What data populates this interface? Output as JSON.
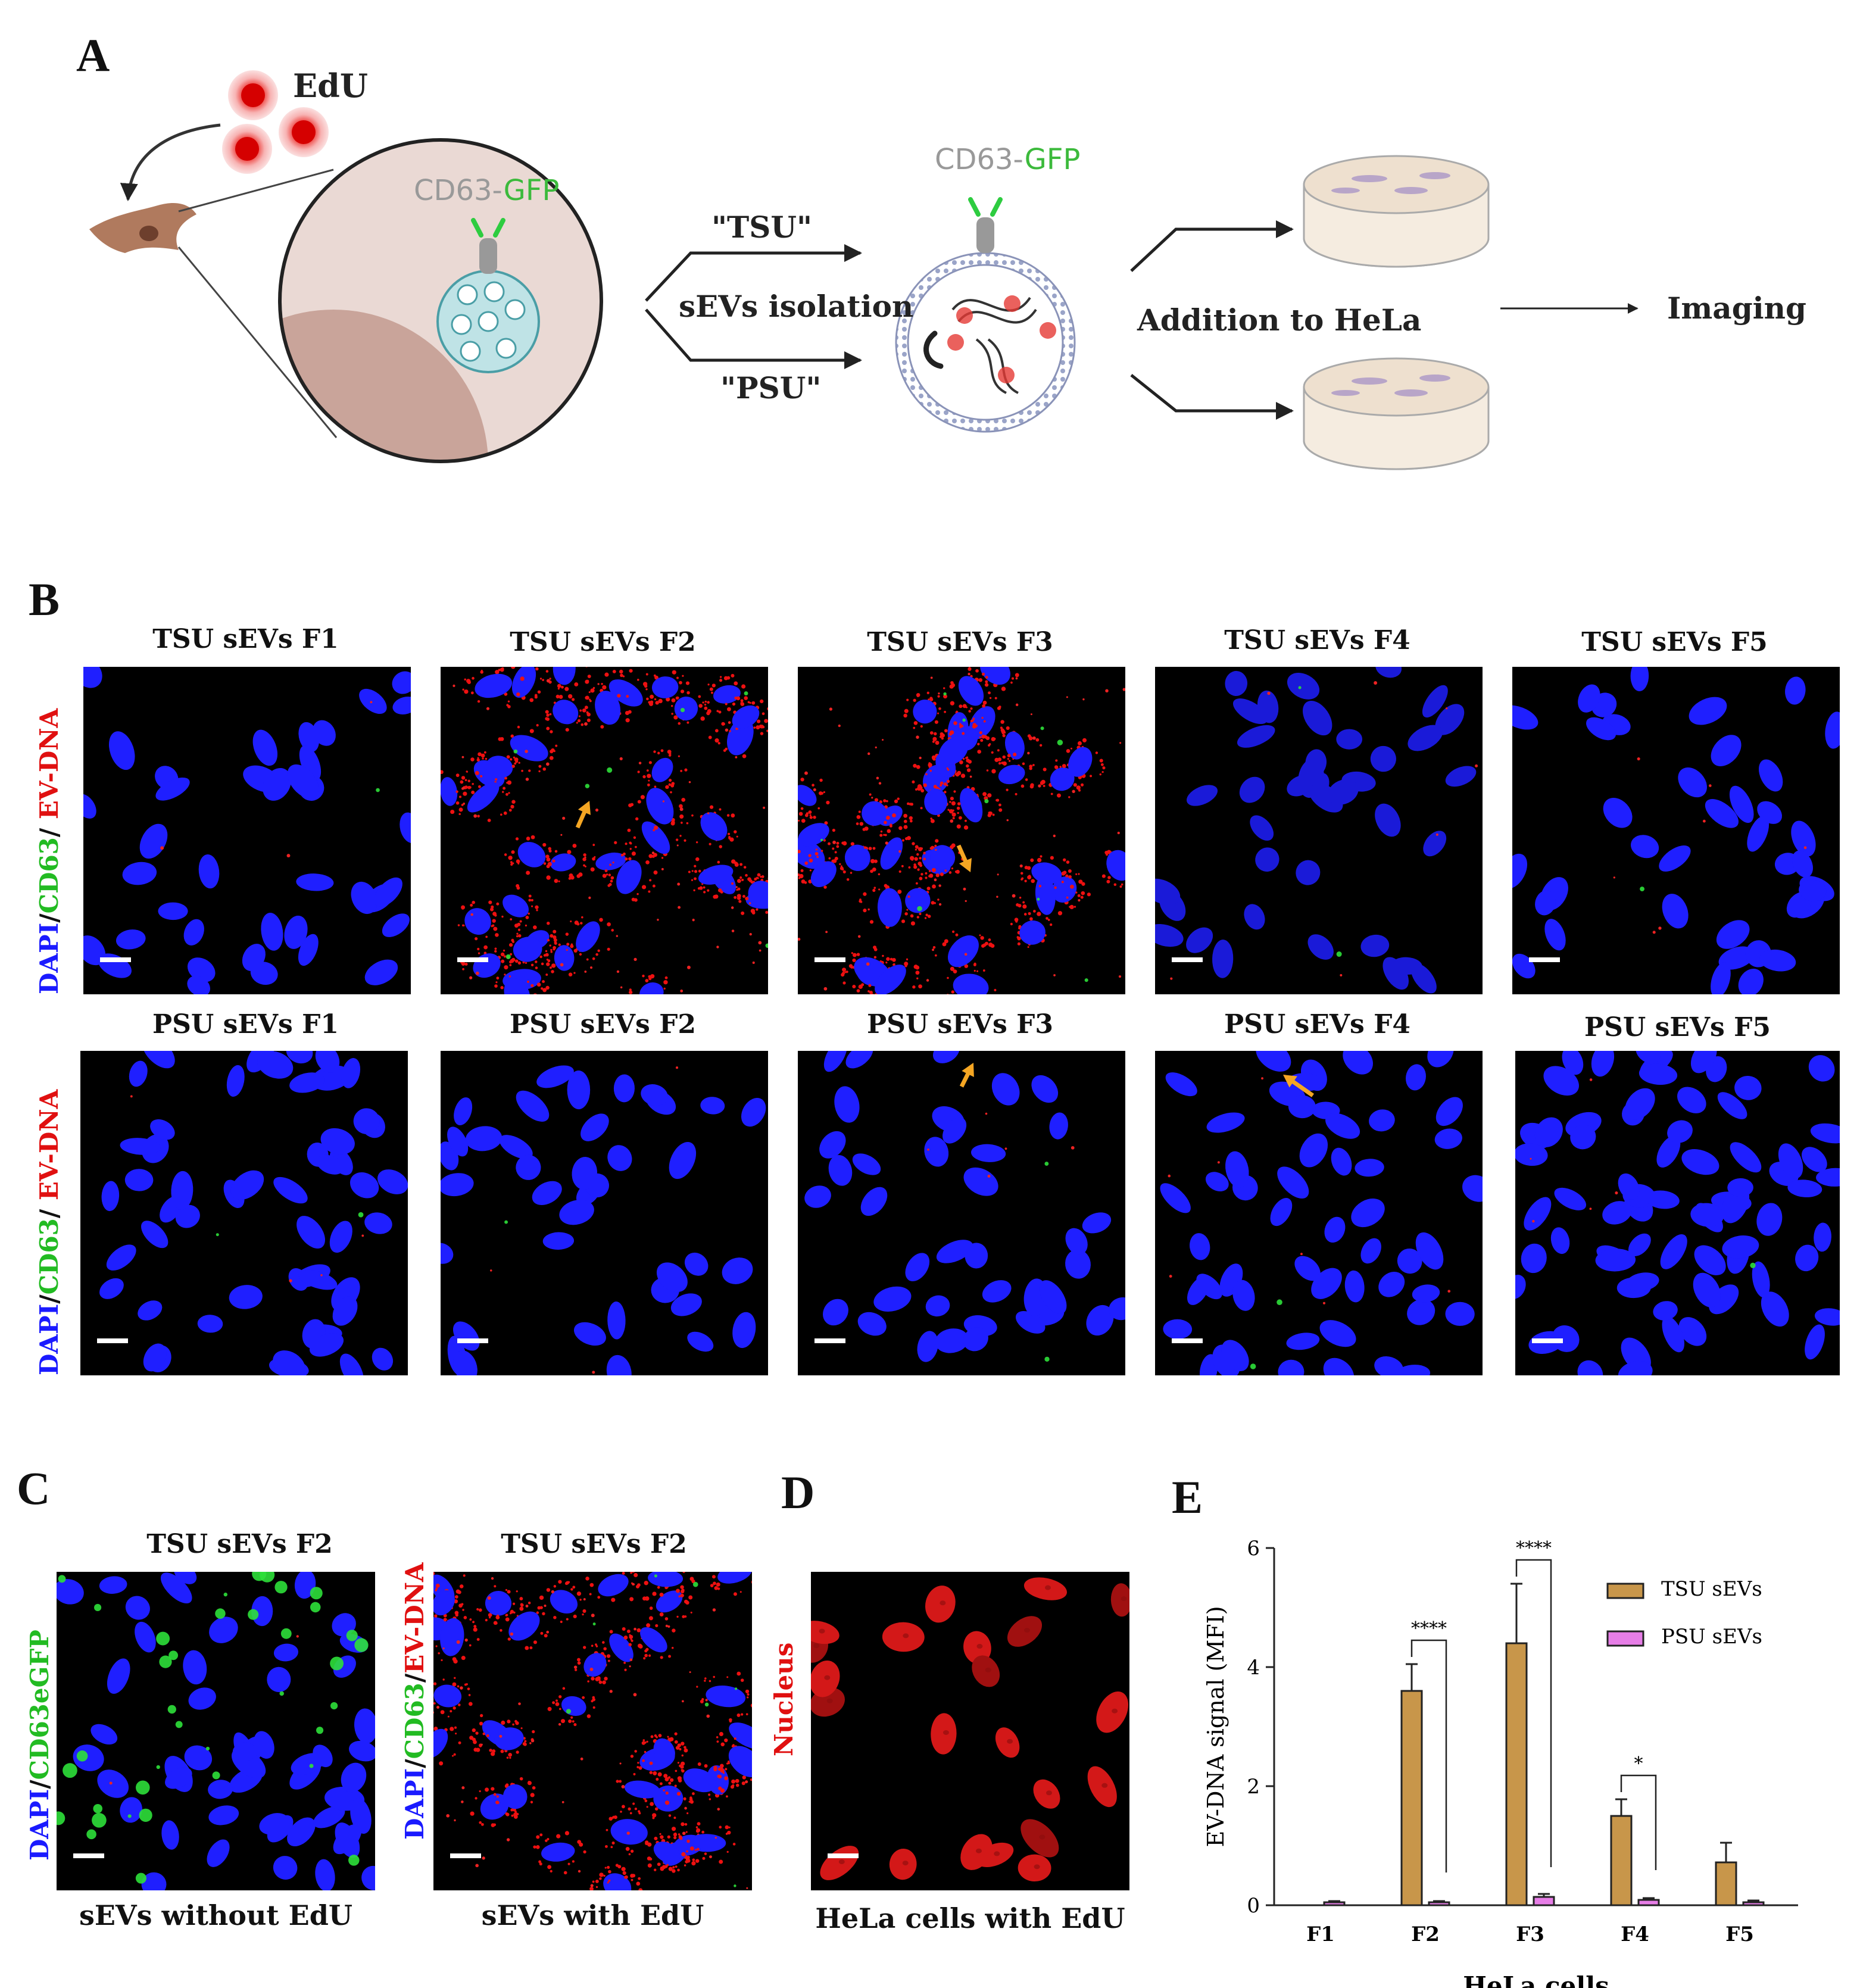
{
  "panels": {
    "a": "A",
    "b": "B",
    "c": "C",
    "d": "D",
    "e": "E"
  },
  "panelA": {
    "edu": "EdU",
    "cd63": "CD63-",
    "gfp": "GFP",
    "tsu": "\"TSU\"",
    "isolation": "sEVs isolation",
    "psu": "\"PSU\"",
    "addition": "Addition to HeLa",
    "imaging": "Imaging"
  },
  "panelB": {
    "row1": [
      "TSU sEVs F1",
      "TSU sEVs F2",
      "TSU sEVs F3",
      "TSU sEVs F4",
      "TSU sEVs F5"
    ],
    "row2": [
      "PSU sEVs F1",
      "PSU sEVs F2",
      "PSU sEVs F3",
      "PSU sEVs F4",
      "PSU sEVs F5"
    ],
    "side": {
      "dapi": "DAPI",
      "slash1": "/",
      "cd63": "CD63",
      "slash2": "/ ",
      "evdna": "EV-DNA"
    }
  },
  "panelC": {
    "title1": "TSU sEVs F2",
    "title2": "TSU sEVs F2",
    "side1": {
      "dapi": "DAPI",
      "slash": "/",
      "cd63": "CD63eGFP"
    },
    "side2": {
      "dapi": "DAPI",
      "slash1": "/",
      "cd63": "CD63",
      "slash2": "/",
      "evdna": "EV-DNA"
    },
    "cap1": "sEVs without EdU",
    "cap2": "sEVs with EdU"
  },
  "panelD": {
    "side": "Nucleus",
    "cap": "HeLa cells with EdU"
  },
  "colors": {
    "dapi": "#1a1aff",
    "cd63": "#22cc22",
    "evdna": "#e01010",
    "tsu": "#c8964a",
    "psu": "#e77ee7",
    "arrow": "#f5a623"
  },
  "chart_data": {
    "type": "bar",
    "categories": [
      "F1",
      "F2",
      "F3",
      "F4",
      "F5"
    ],
    "series": [
      {
        "name": "TSU sEVs",
        "values": [
          0,
          3.6,
          4.4,
          1.5,
          0.72
        ],
        "errors": [
          0,
          0.45,
          1.0,
          0.28,
          0.33
        ]
      },
      {
        "name": "PSU sEVs",
        "values": [
          0.05,
          0.05,
          0.14,
          0.09,
          0.05
        ],
        "errors": [
          0.02,
          0.02,
          0.05,
          0.03,
          0.03
        ]
      }
    ],
    "ylabel": "EV-DNA signal (MFI)",
    "xlabel": "HeLa cells",
    "ylim": [
      0,
      6
    ],
    "yticks": [
      0,
      2,
      4,
      6
    ],
    "significance": [
      {
        "category": "F2",
        "label": "****"
      },
      {
        "category": "F3",
        "label": "****"
      },
      {
        "category": "F4",
        "label": "*"
      }
    ],
    "legend_position": "top-right"
  }
}
